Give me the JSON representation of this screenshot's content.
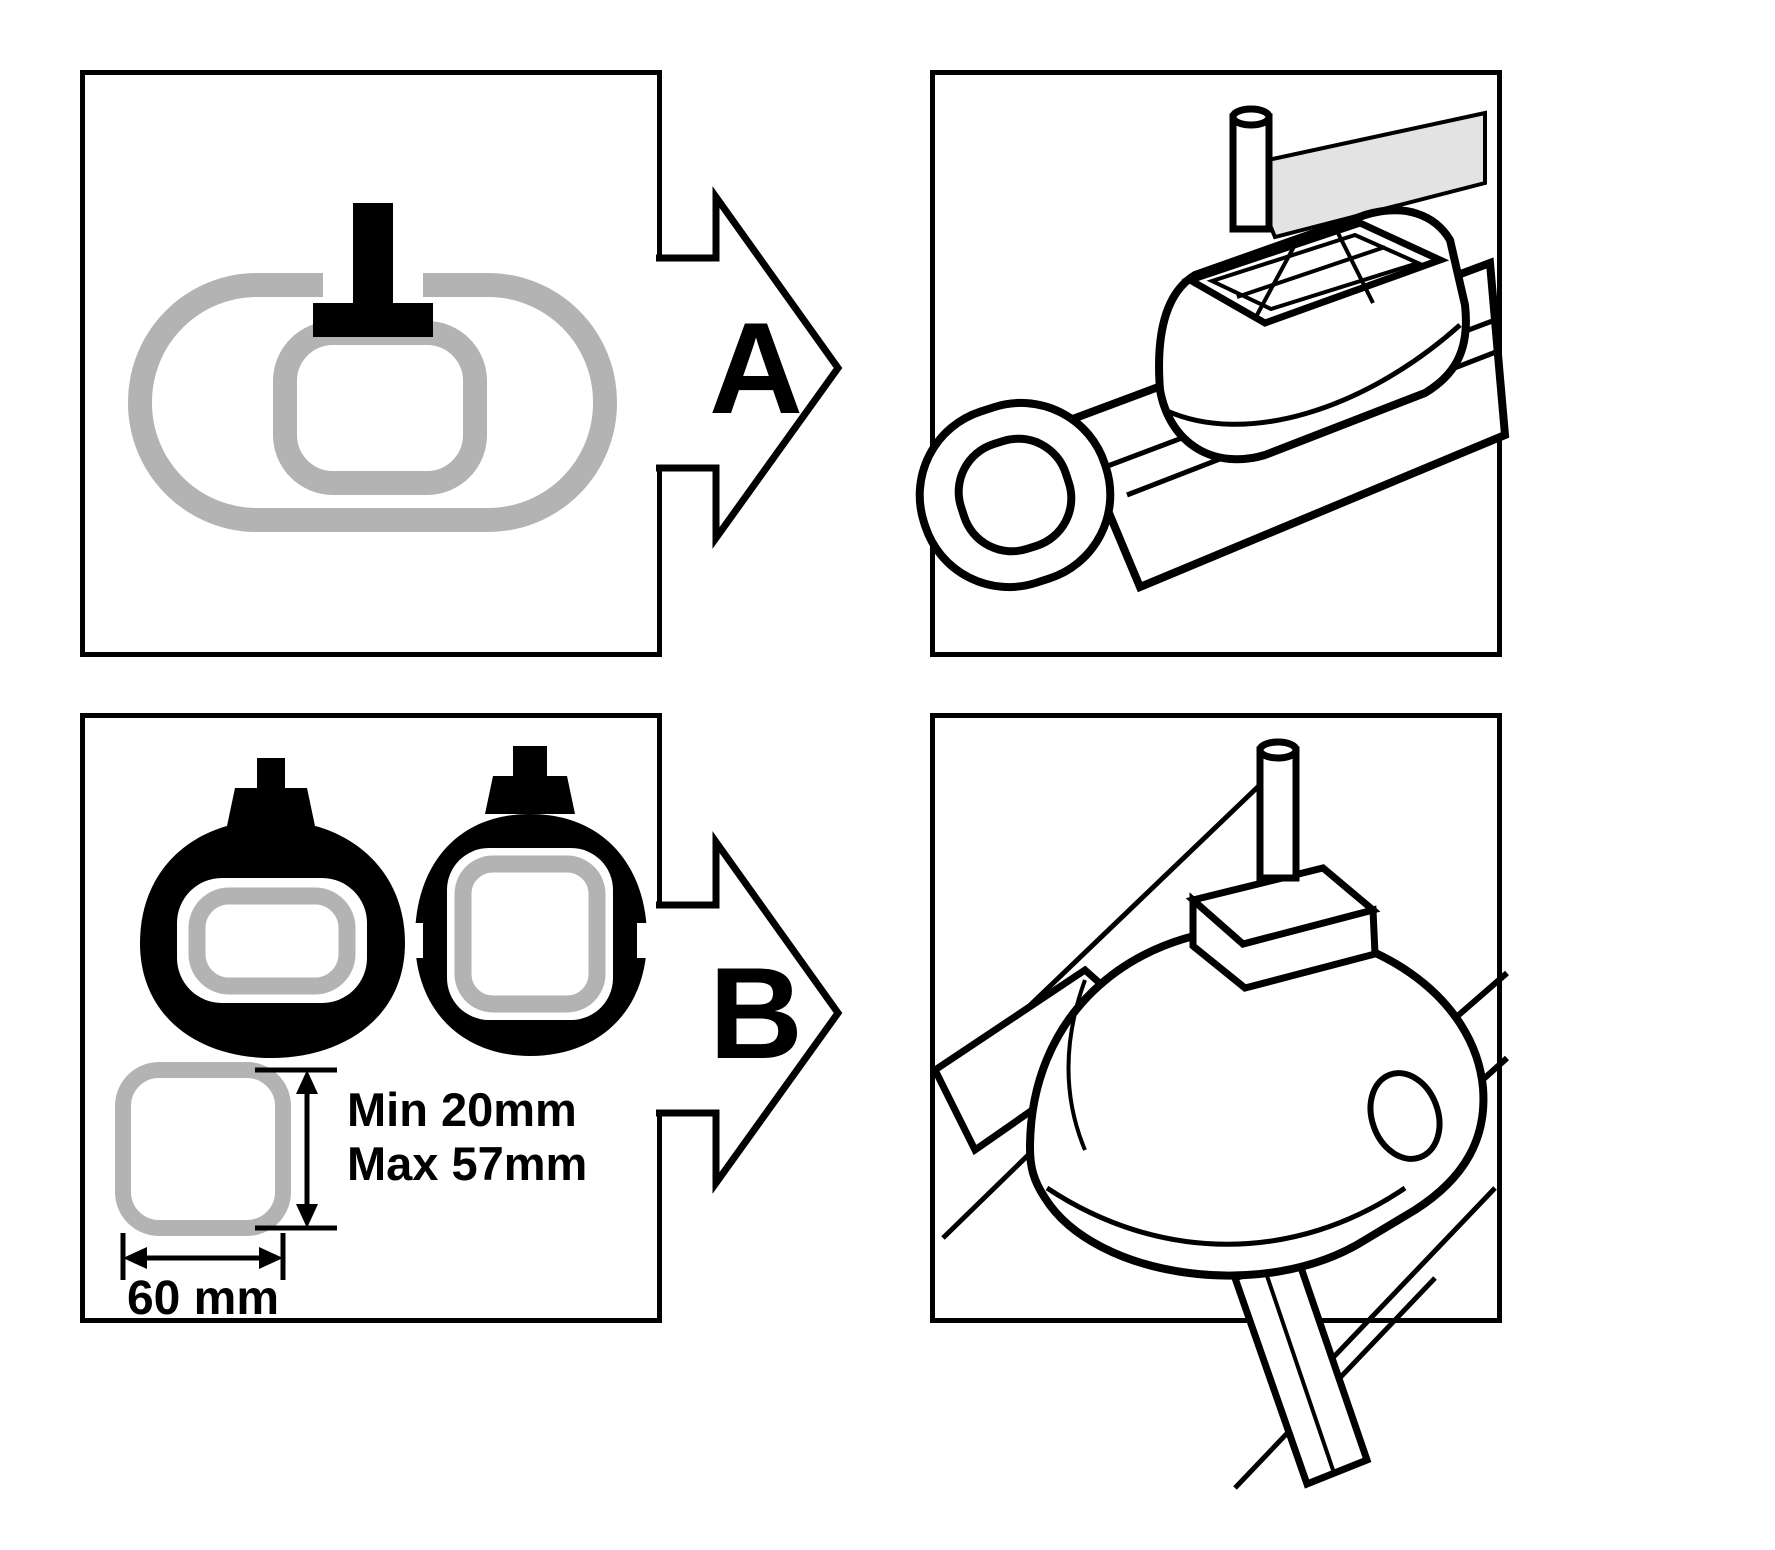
{
  "figure": {
    "type": "roof-rack-mounting-instruction-diagram",
    "steps": [
      {
        "id": "A",
        "label": "A",
        "left_panel": "aero-crossbar-profile-cross-section-with-t-slot-adapter",
        "right_panel": "mounting-foot-installed-on-aero-crossbar"
      },
      {
        "id": "B",
        "label": "B",
        "left_panel": "crossbar-profiles-with-clamp-dimension-limits",
        "right_panel": "mounting-foot-clamped-on-square-crossbar"
      }
    ],
    "dimensions": {
      "height_min": "Min 20mm",
      "height_max": "Max 57mm",
      "width": "60 mm"
    },
    "colors": {
      "outline": "#000000",
      "profile_gray": "#b3b3b3",
      "pad_gray": "#e3e3e3",
      "background": "#ffffff"
    }
  }
}
